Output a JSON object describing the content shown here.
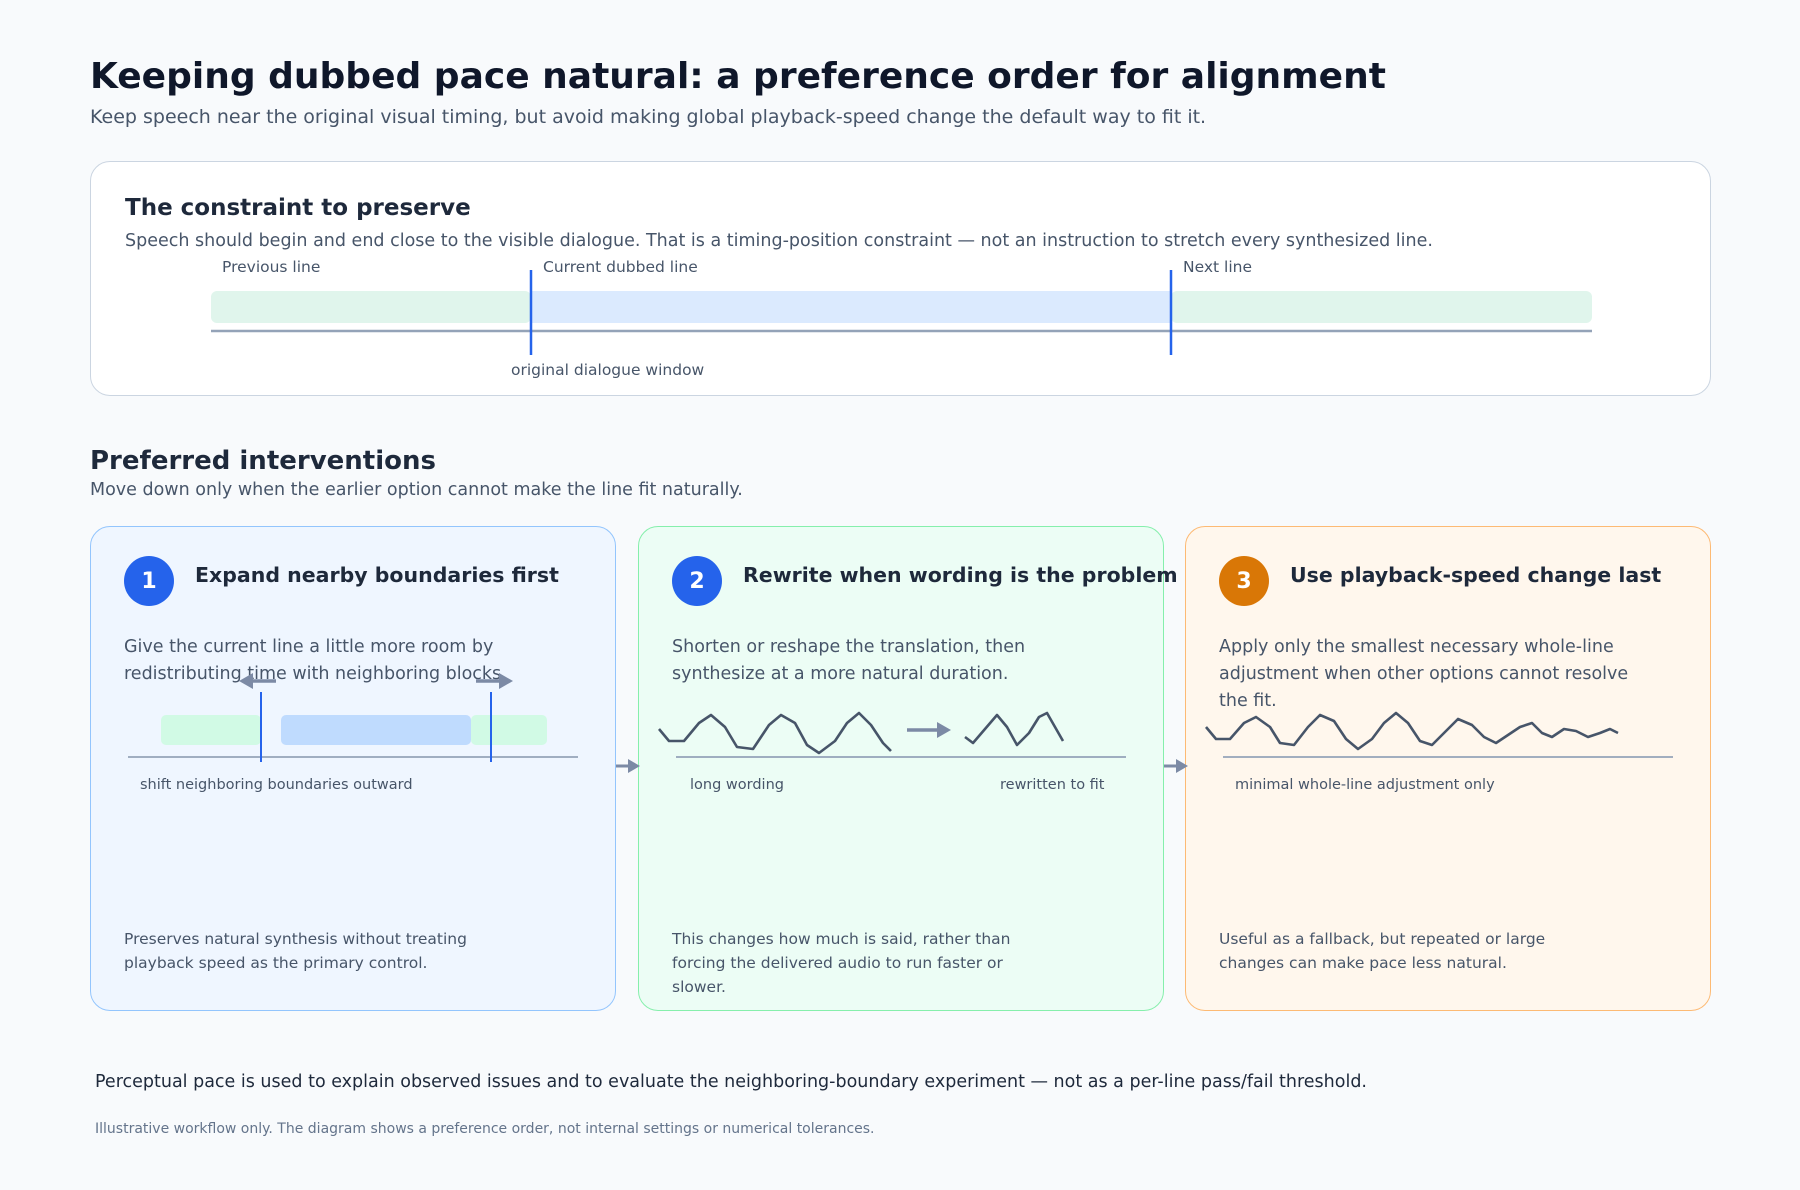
{
  "header": {
    "title": "Keeping dubbed pace natural: a preference order for alignment",
    "subtitle": "Keep speech near the original visual timing, but avoid making global playback-speed change the default way to fit it."
  },
  "constraint": {
    "heading": "The constraint to preserve",
    "description": "Speech should begin and end close to the visible dialogue. That is a timing-position constraint — not an instruction to stretch every synthesized line.",
    "labels": {
      "previous": "Previous line",
      "current": "Current dubbed line",
      "next": "Next line",
      "window": "original dialogue window"
    }
  },
  "section": {
    "heading": "Preferred interventions",
    "description": "Move down only when the earlier option cannot make the line fit naturally."
  },
  "cards": [
    {
      "number": "1",
      "title": "Expand nearby boundaries first",
      "description": "Give the current line a little more room by redistributing time with neighboring blocks.",
      "diagram_label": "shift neighboring boundaries outward",
      "footer": "Preserves natural synthesis without treating playback speed as the primary control.",
      "badge_color": "#2563eb"
    },
    {
      "number": "2",
      "title": "Rewrite when wording is the problem",
      "description": "Shorten or reshape the translation, then synthesize at a more natural duration.",
      "diagram_label_left": "long wording",
      "diagram_label_right": "rewritten to fit",
      "footer": "This changes how much is said, rather than forcing the delivered audio to run faster or slower.",
      "badge_color": "#2563eb"
    },
    {
      "number": "3",
      "title": "Use playback-speed change last",
      "description": "Apply only the smallest necessary whole-line adjustment when other options cannot resolve the fit.",
      "diagram_label": "minimal whole-line adjustment only",
      "footer": "Useful as a fallback, but repeated or large changes can make pace less natural.",
      "badge_color": "#d97706"
    }
  ],
  "bottom_note": "Perceptual pace is used to explain observed issues and to evaluate the neighboring-boundary experiment — not as a per-line pass/fail threshold.",
  "footnote": "Illustrative workflow only. The diagram shows a preference order, not internal settings or numerical tolerances.",
  "colors": {
    "accent_blue": "#2563eb",
    "accent_orange": "#d97706",
    "neighbor_green": "#e0f5ec",
    "current_blue": "#dbeafe",
    "axis_gray": "#94a3b8"
  }
}
